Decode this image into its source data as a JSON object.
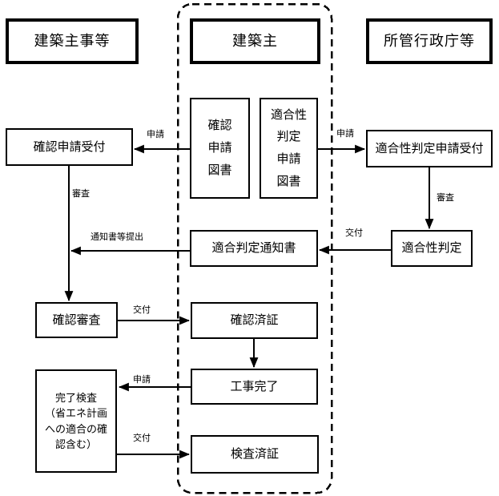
{
  "headers": {
    "left": "建築主事等",
    "center": "建築主",
    "right": "所管行政庁等"
  },
  "boxes": {
    "confirmation_application_reception": "確認申請受付",
    "confirmation_application_documents": "確認\n申請\n図書",
    "conformity_judgment_application_documents": "適合性\n判定\n申請\n図書",
    "conformity_judgment_application_reception": "適合性判定申請受付",
    "conformity_judgment_notice": "適合判定通知書",
    "conformity_judgment": "適合性判定",
    "confirmation_examination": "確認審査",
    "confirmation_certificate": "確認済証",
    "construction_completion": "工事完了",
    "completion_inspection": "完了検査\n（省エネ計画\nへの適合の確\n認含む）",
    "inspection_certificate": "検査済証"
  },
  "arrow_labels": {
    "application_left": "申請",
    "examination_left": "審査",
    "notice_submission": "通知書等提出",
    "issuance_mid": "交付",
    "application_bottom": "申請",
    "issuance_bottom": "交付",
    "application_right": "申請",
    "examination_right": "審査",
    "issuance_right": "交付"
  },
  "colors": {
    "line": "#000000",
    "background": "#ffffff"
  }
}
